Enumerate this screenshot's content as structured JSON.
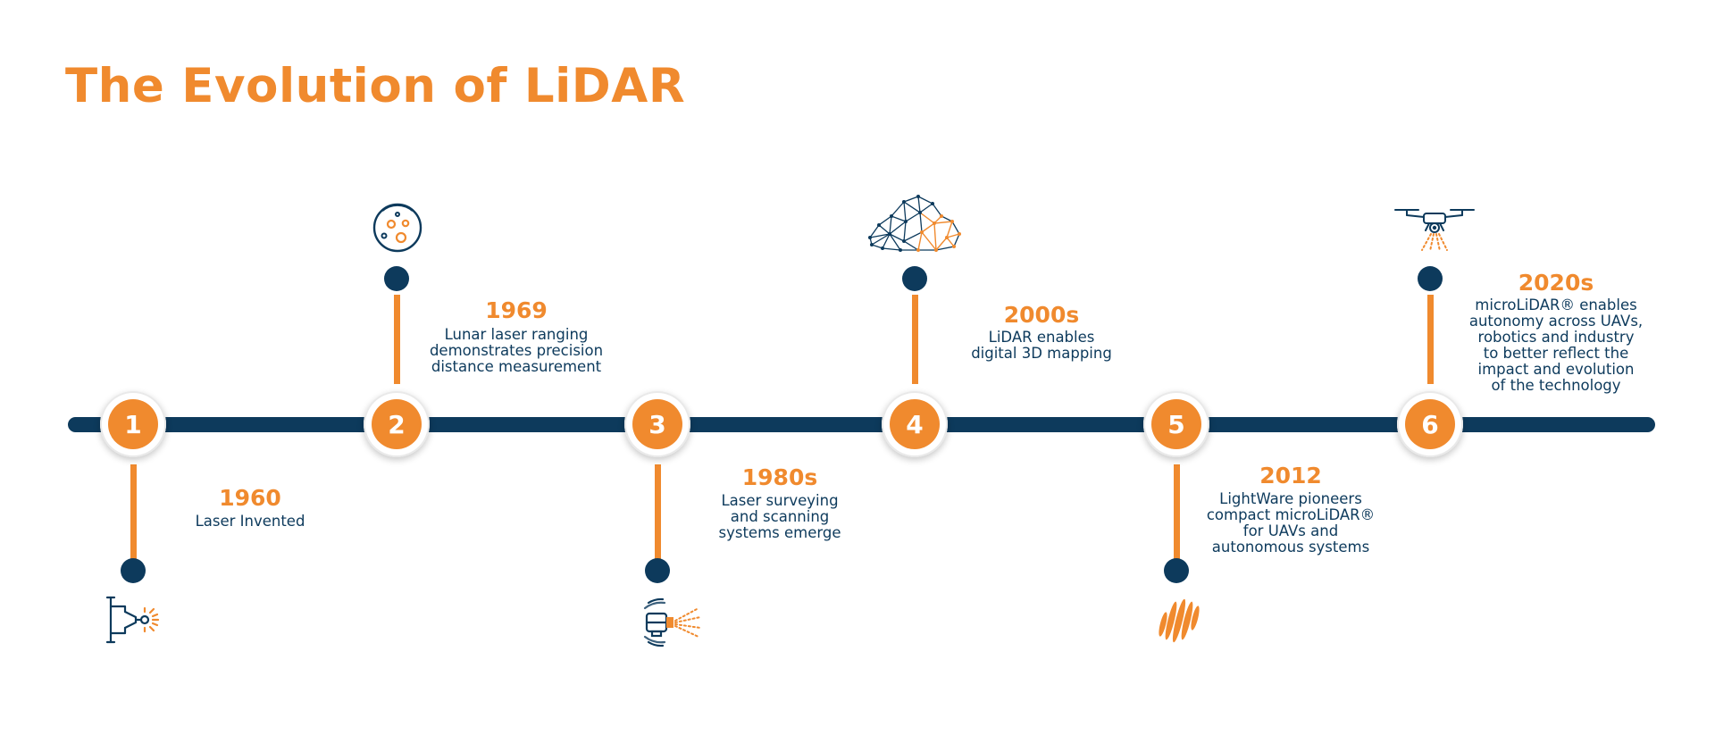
{
  "title": "The Evolution of LiDAR",
  "milestones": [
    {
      "number": "1",
      "year": "1960",
      "description_lines": [
        "Laser Invented"
      ],
      "icon": "laser-icon"
    },
    {
      "number": "2",
      "year": "1969",
      "description_lines": [
        "Lunar laser ranging",
        "demonstrates precision",
        "distance measurement"
      ],
      "icon": "moon-icon"
    },
    {
      "number": "3",
      "year": "1980s",
      "description_lines": [
        "Laser surveying",
        "and scanning",
        "systems emerge"
      ],
      "icon": "surveying-scanner-icon"
    },
    {
      "number": "4",
      "year": "2000s",
      "description_lines": [
        "LiDAR enables",
        "digital 3D mapping"
      ],
      "icon": "point-cloud-icon"
    },
    {
      "number": "5",
      "year": "2012",
      "description_lines": [
        "LightWare pioneers",
        "compact microLiDAR®",
        "for UAVs and",
        "autonomous systems"
      ],
      "icon": "laser-pulse-icon"
    },
    {
      "number": "6",
      "year": "2020s",
      "description_lines": [
        "microLiDAR® enables",
        "autonomy across UAVs,",
        "robotics and industry",
        "to better reflect the",
        "impact and evolution",
        "of the technology"
      ],
      "icon": "drone-icon"
    }
  ],
  "colors": {
    "accent": "#f08a2e",
    "navy": "#0d3a5c",
    "background": "#ffffff"
  }
}
